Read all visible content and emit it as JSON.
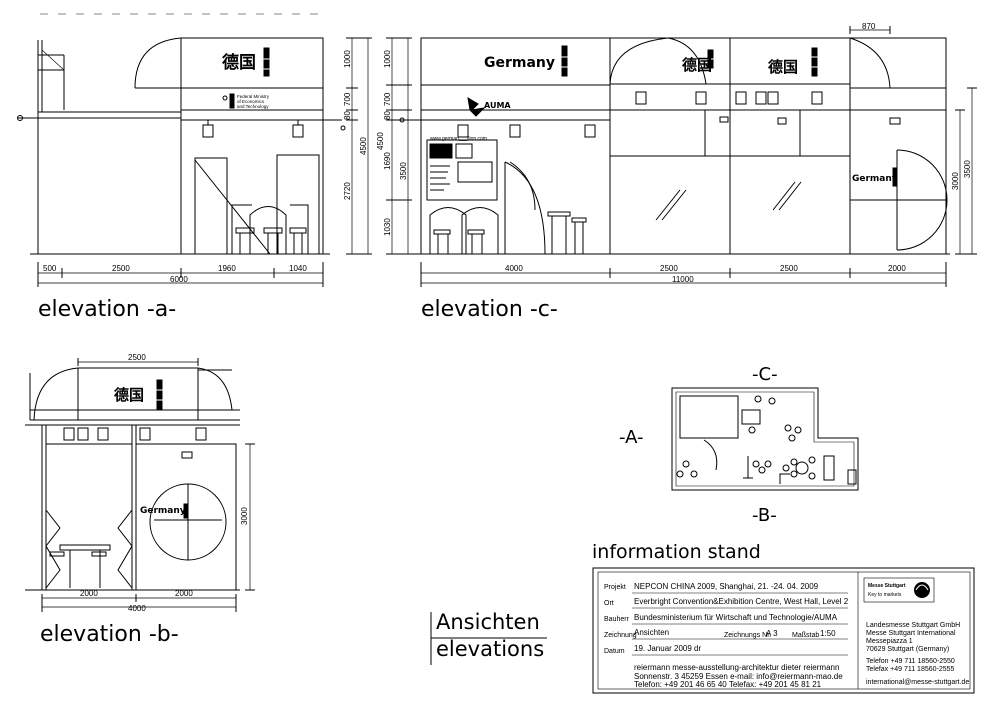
{
  "captions": {
    "elev_a": "elevation -a-",
    "elev_c": "elevation -c-",
    "elev_b": "elevation -b-",
    "info_stand": "information stand",
    "ansichten": "Ansichten",
    "elevations": "elevations"
  },
  "signs": {
    "chinese": "德国",
    "germany": "Germany",
    "auma": "AUMA",
    "ministry_line1": "Federal Ministry",
    "ministry_line2": "of Economics",
    "ministry_line3": "and Technology",
    "url": "www.german___ilion.com"
  },
  "dims_a": {
    "h1": "500",
    "h2": "2500",
    "h3": "1960",
    "h4": "1040",
    "total": "6000",
    "v1": "1000",
    "v2": "700",
    "v3": "80",
    "v4": "2720",
    "v_total": "4500"
  },
  "dims_c": {
    "h1": "4000",
    "h2": "2500",
    "h3": "2500",
    "h4": "2000",
    "total": "11000",
    "top": "870",
    "v1": "1000",
    "v2": "700",
    "v3": "80",
    "v4": "1690",
    "v5": "1030",
    "v_a": "3500",
    "v_b": "4500",
    "r1": "3000",
    "r2": "3500"
  },
  "dims_b": {
    "top": "2500",
    "h1": "2000",
    "h2": "2000",
    "total": "4000",
    "v": "3000"
  },
  "plan_labels": {
    "a": "-A-",
    "b": "-B-",
    "c": "-C-"
  },
  "title_block": {
    "projekt_label": "Projekt",
    "projekt": "NEPCON CHINA 2009, Shanghai, 21. -24. 04. 2009",
    "ort_label": "Ort",
    "ort": "Everbright Convention&Exhibition Centre, West Hall, Level 2",
    "bauherr_label": "Bauherr",
    "bauherr": "Bundesministerium für Wirtschaft und Technologie/AUMA",
    "zeichnung_label": "Zeichnung",
    "zeichnung": "Ansichten",
    "zeichnungs_nr_label": "Zeichnungs Nr.",
    "zeichnungs_nr": "A 3",
    "massstab_label": "Maßstab",
    "massstab": "1:50",
    "datum_label": "Datum",
    "datum": "19. Januar 2009 dr",
    "architect1": "reiermann messe-ausstellung-architektur dieter reiermann",
    "architect2": "Sonnenstr. 3 45259 Essen e-mail: info@reiermann-mao.de",
    "architect3": "Telefon: +49 201 46 65 40 Telefax: +49 201 45 81 21",
    "messe_logo": "Messe Stuttgart",
    "messe_tag": "Key to markets",
    "org1": "Landesmesse Stuttgart GmbH",
    "org2": "Messe Stuttgart International",
    "org3": "Messepiazza 1",
    "org4": "70629 Stuttgart (Germany)",
    "tel": "Telefon +49 711 18560-2550",
    "fax": "Telefax +49 711 18560-2555",
    "web": "international@messe-stuttgart.de"
  }
}
